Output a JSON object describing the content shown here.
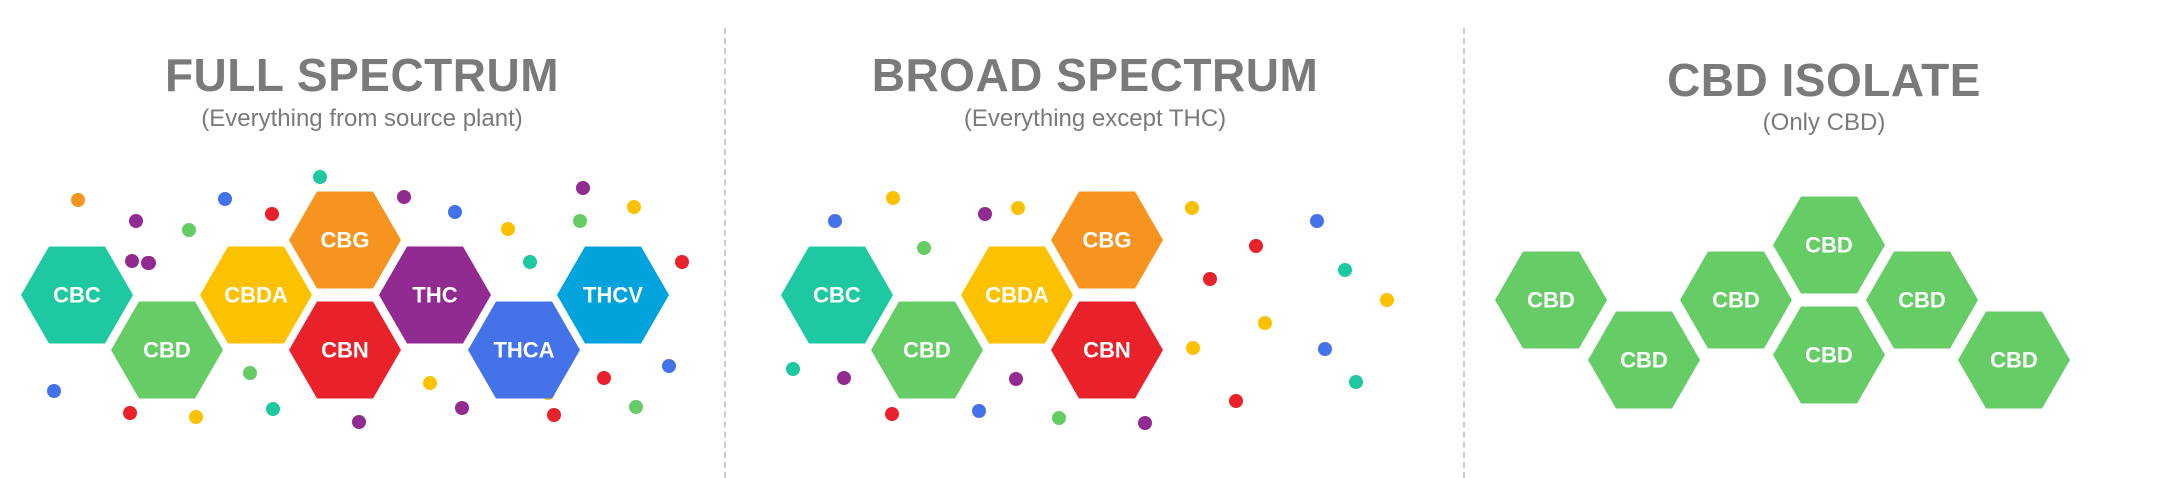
{
  "colors": {
    "CBC": "#1ec8a0",
    "CBD": "#66cc66",
    "CBDA": "#fcc200",
    "CBG": "#f79420",
    "CBN": "#e8212b",
    "THC": "#912a91",
    "THCA": "#4472e8",
    "THCV": "#00a3dc"
  },
  "panels": [
    {
      "title": "FULL SPECTRUM",
      "subtitle": "(Everything from source plant)",
      "hexagons": [
        "CBC",
        "CBD",
        "CBDA",
        "CBG",
        "CBN",
        "THC",
        "THCA",
        "THCV"
      ]
    },
    {
      "title": "BROAD SPECTRUM",
      "subtitle": "(Everything except THC)",
      "hexagons": [
        "CBC",
        "CBD",
        "CBDA",
        "CBG",
        "CBN"
      ]
    },
    {
      "title": "CBD ISOLATE",
      "subtitle": "(Only CBD)",
      "hexagons": [
        "CBD",
        "CBD",
        "CBD",
        "CBD",
        "CBD",
        "CBD",
        "CBD"
      ]
    }
  ]
}
